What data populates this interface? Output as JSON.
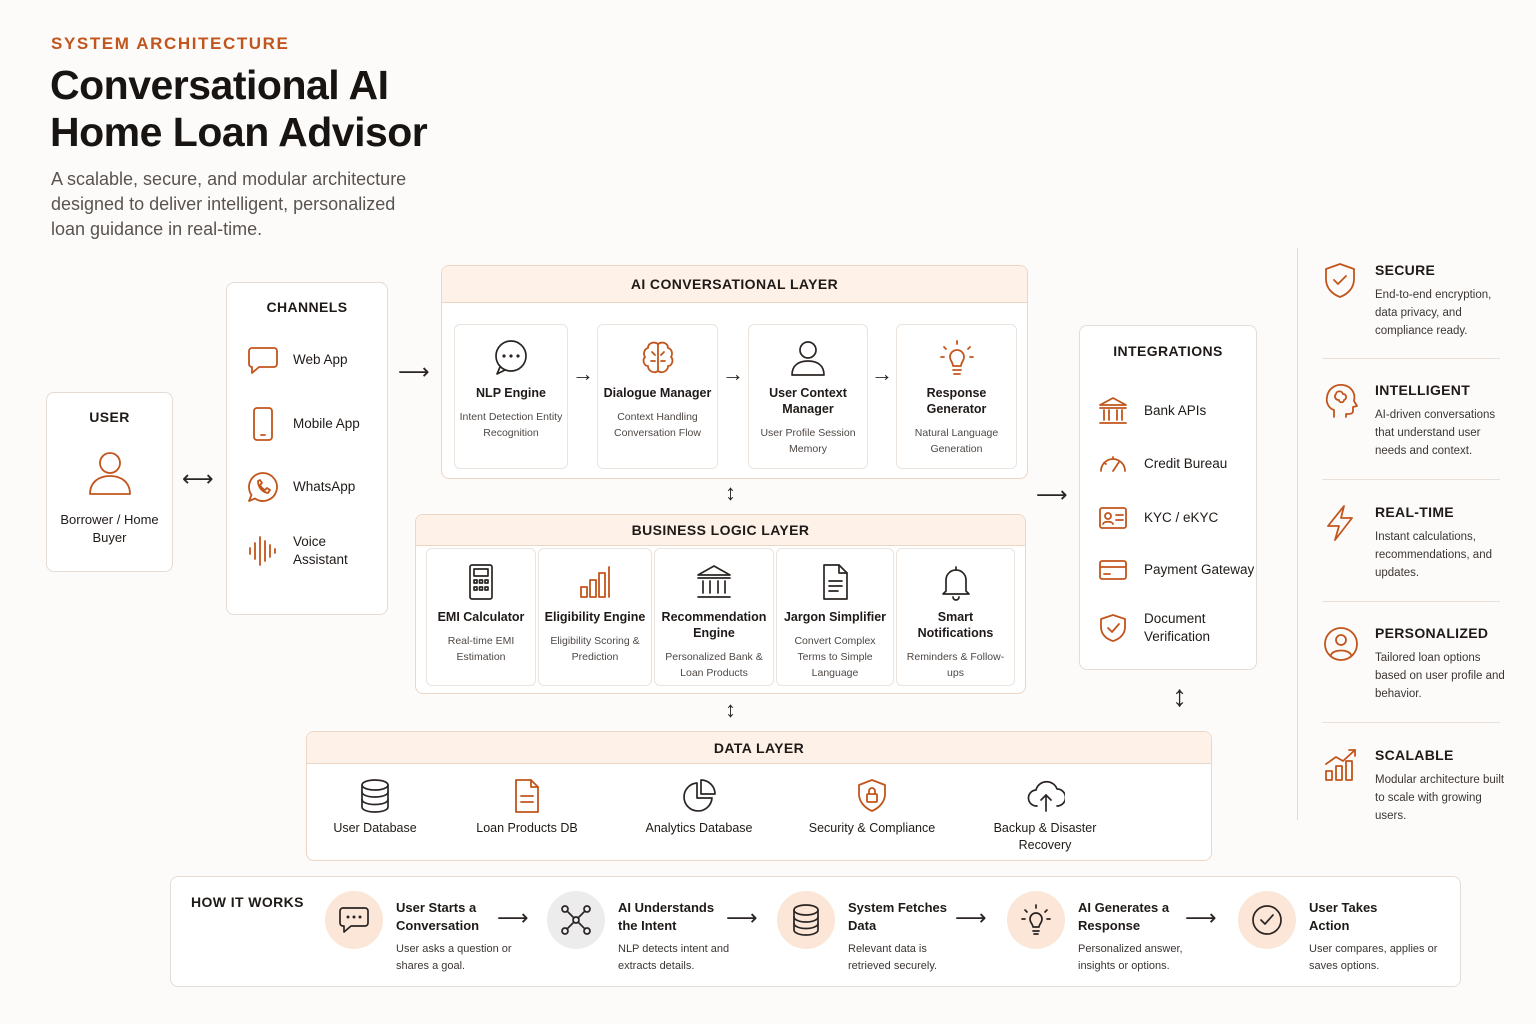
{
  "header": {
    "eyebrow": "SYSTEM ARCHITECTURE",
    "title": "Conversational AI Home Loan Advisor",
    "subtitle": "A scalable, secure, and modular architecture designed to deliver intelligent, personalized loan guidance in real-time."
  },
  "user": {
    "heading": "USER",
    "label": "Borrower / Home Buyer",
    "icon": "person-icon"
  },
  "channels": {
    "heading": "CHANNELS",
    "items": [
      {
        "label": "Web App",
        "icon": "chat-bubble-icon"
      },
      {
        "label": "Mobile App",
        "icon": "mobile-phone-icon"
      },
      {
        "label": "WhatsApp",
        "icon": "whatsapp-icon"
      },
      {
        "label": "Voice Assistant",
        "icon": "voice-wave-icon"
      }
    ]
  },
  "ai_layer": {
    "heading": "AI CONVERSATIONAL LAYER",
    "modules": [
      {
        "name": "NLP Engine",
        "desc": "Intent Detection Entity Recognition",
        "icon": "chat-dots-icon"
      },
      {
        "name": "Dialogue Manager",
        "desc": "Context Handling Conversation Flow",
        "icon": "brain-icon"
      },
      {
        "name": "User Context Manager",
        "desc": "User Profile Session Memory",
        "icon": "person-icon"
      },
      {
        "name": "Response Generator",
        "desc": "Natural Language Generation",
        "icon": "lightbulb-icon"
      }
    ]
  },
  "business_layer": {
    "heading": "BUSINESS LOGIC LAYER",
    "modules": [
      {
        "name": "EMI Calculator",
        "desc": "Real-time EMI Estimation",
        "icon": "calculator-icon"
      },
      {
        "name": "Eligibility Engine",
        "desc": "Eligibility Scoring & Prediction",
        "icon": "bar-chart-icon"
      },
      {
        "name": "Recommendation Engine",
        "desc": "Personalized Bank & Loan Products",
        "icon": "bank-icon"
      },
      {
        "name": "Jargon Simplifier",
        "desc": "Convert Complex Terms to Simple Language",
        "icon": "document-icon"
      },
      {
        "name": "Smart Notifications",
        "desc": "Reminders & Follow-ups",
        "icon": "bell-icon"
      }
    ]
  },
  "integrations": {
    "heading": "INTEGRATIONS",
    "items": [
      {
        "label": "Bank APIs",
        "icon": "bank-icon"
      },
      {
        "label": "Credit Bureau",
        "icon": "gauge-icon"
      },
      {
        "label": "KYC / eKYC",
        "icon": "id-card-icon"
      },
      {
        "label": "Payment Gateway",
        "icon": "credit-card-icon"
      },
      {
        "label": "Document Verification",
        "icon": "shield-check-icon"
      }
    ]
  },
  "data_layer": {
    "heading": "DATA LAYER",
    "items": [
      {
        "label": "User Database",
        "icon": "database-icon"
      },
      {
        "label": "Loan Products DB",
        "icon": "document-icon"
      },
      {
        "label": "Analytics Database",
        "icon": "pie-chart-icon"
      },
      {
        "label": "Security & Compliance",
        "icon": "shield-lock-icon"
      },
      {
        "label": "Backup & Disaster Recovery",
        "icon": "cloud-upload-icon"
      }
    ]
  },
  "features": [
    {
      "name": "SECURE",
      "desc": "End-to-end encryption, data privacy, and compliance ready.",
      "icon": "shield-check-icon"
    },
    {
      "name": "INTELLIGENT",
      "desc": "AI-driven conversations that understand user needs and context.",
      "icon": "head-brain-icon"
    },
    {
      "name": "REAL-TIME",
      "desc": "Instant calculations, recommendations, and updates.",
      "icon": "lightning-icon"
    },
    {
      "name": "PERSONALIZED",
      "desc": "Tailored loan options based on user profile and behavior.",
      "icon": "user-circle-icon"
    },
    {
      "name": "SCALABLE",
      "desc": "Modular architecture built to scale with growing users.",
      "icon": "growth-chart-icon"
    }
  ],
  "how_it_works": {
    "heading": "HOW IT WORKS",
    "steps": [
      {
        "name": "User Starts a Conversation",
        "desc": "User asks a question or shares a goal.",
        "icon": "chat-dots-icon"
      },
      {
        "name": "AI Understands the Intent",
        "desc": "NLP detects intent and extracts details.",
        "icon": "network-icon"
      },
      {
        "name": "System Fetches Data",
        "desc": "Relevant data is retrieved securely.",
        "icon": "database-icon"
      },
      {
        "name": "AI Generates a Response",
        "desc": "Personalized answer, insights or options.",
        "icon": "lightbulb-icon"
      },
      {
        "name": "User Takes Action",
        "desc": "User compares, applies or saves options.",
        "icon": "check-circle-icon"
      }
    ]
  },
  "colors": {
    "accent": "#c2551c",
    "accent_soft": "#fdf1e8",
    "text": "#1f1a17",
    "border": "#e4dcd5"
  }
}
